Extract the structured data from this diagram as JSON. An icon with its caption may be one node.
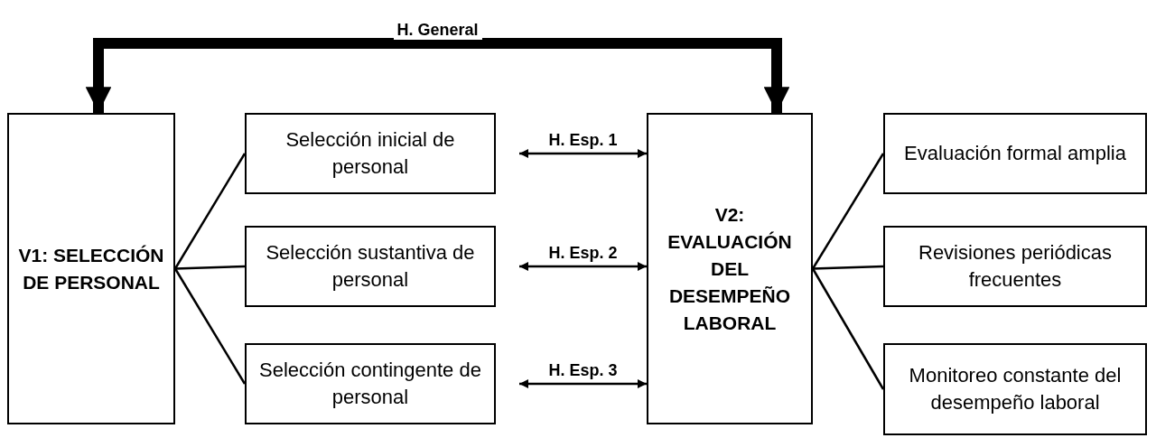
{
  "diagram": {
    "nodes": [
      {
        "text": [
          "V1: SELECCIÓN DE PERSONAL"
        ]
      },
      {
        "text": [
          "Selección inicial de personal"
        ]
      },
      {
        "text": [
          "Selección sustantiva de personal"
        ]
      },
      {
        "text": [
          "Selección contingente de personal"
        ]
      },
      {
        "text": [
          "V2: EVALUACIÓN DEL DESEMPEÑO LABORAL"
        ]
      },
      {
        "text": [
          "Evaluación formal amplia"
        ]
      },
      {
        "text": [
          "Revisiones periódicas frecuentes"
        ]
      },
      {
        "text": [
          "Monitoreo constante del desempeño laboral"
        ]
      }
    ],
    "edges": [
      {
        "from": 0,
        "to": 1,
        "arrow": "none"
      },
      {
        "from": 0,
        "to": 2,
        "arrow": "none"
      },
      {
        "from": 0,
        "to": 3,
        "arrow": "none"
      },
      {
        "from": 1,
        "to": 4,
        "arrow": "both",
        "label": "H. Esp. 1"
      },
      {
        "from": 2,
        "to": 4,
        "arrow": "both",
        "label": "H. Esp. 2"
      },
      {
        "from": 3,
        "to": 4,
        "arrow": "both",
        "label": "H. Esp. 3"
      },
      {
        "from": 4,
        "to": 5,
        "arrow": "none"
      },
      {
        "from": 4,
        "to": 6,
        "arrow": "none"
      },
      {
        "from": 4,
        "to": 7,
        "arrow": "none"
      },
      {
        "from": 0,
        "to": 4,
        "arrow": "both",
        "style": "thick",
        "label": "H. General"
      }
    ]
  }
}
